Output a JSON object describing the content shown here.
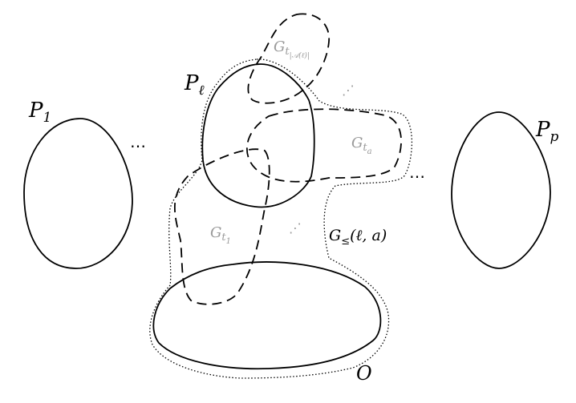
{
  "labels": {
    "p1": {
      "main": "P",
      "sub": "1"
    },
    "pl": {
      "main": "P",
      "sub": "ℓ"
    },
    "pp": {
      "main": "P",
      "sub": "p"
    },
    "o": {
      "main": "O"
    },
    "g_top": {
      "main": "G",
      "sub": "t",
      "subsub": "|𝒜(ℓ)|"
    },
    "g_a": {
      "main": "G",
      "sub": "t",
      "subsub": "a"
    },
    "g_1": {
      "main": "G",
      "sub": "t",
      "subsub": "1"
    },
    "g_le": {
      "main": "G",
      "sub": "≤",
      "args": "(ℓ, a)"
    }
  },
  "ellipses": {
    "left": "…",
    "right": "…",
    "top_gray": "⋰",
    "mid_gray": "⋰"
  },
  "colors": {
    "solid": "#000000",
    "gray_text": "#9a9a9a"
  }
}
